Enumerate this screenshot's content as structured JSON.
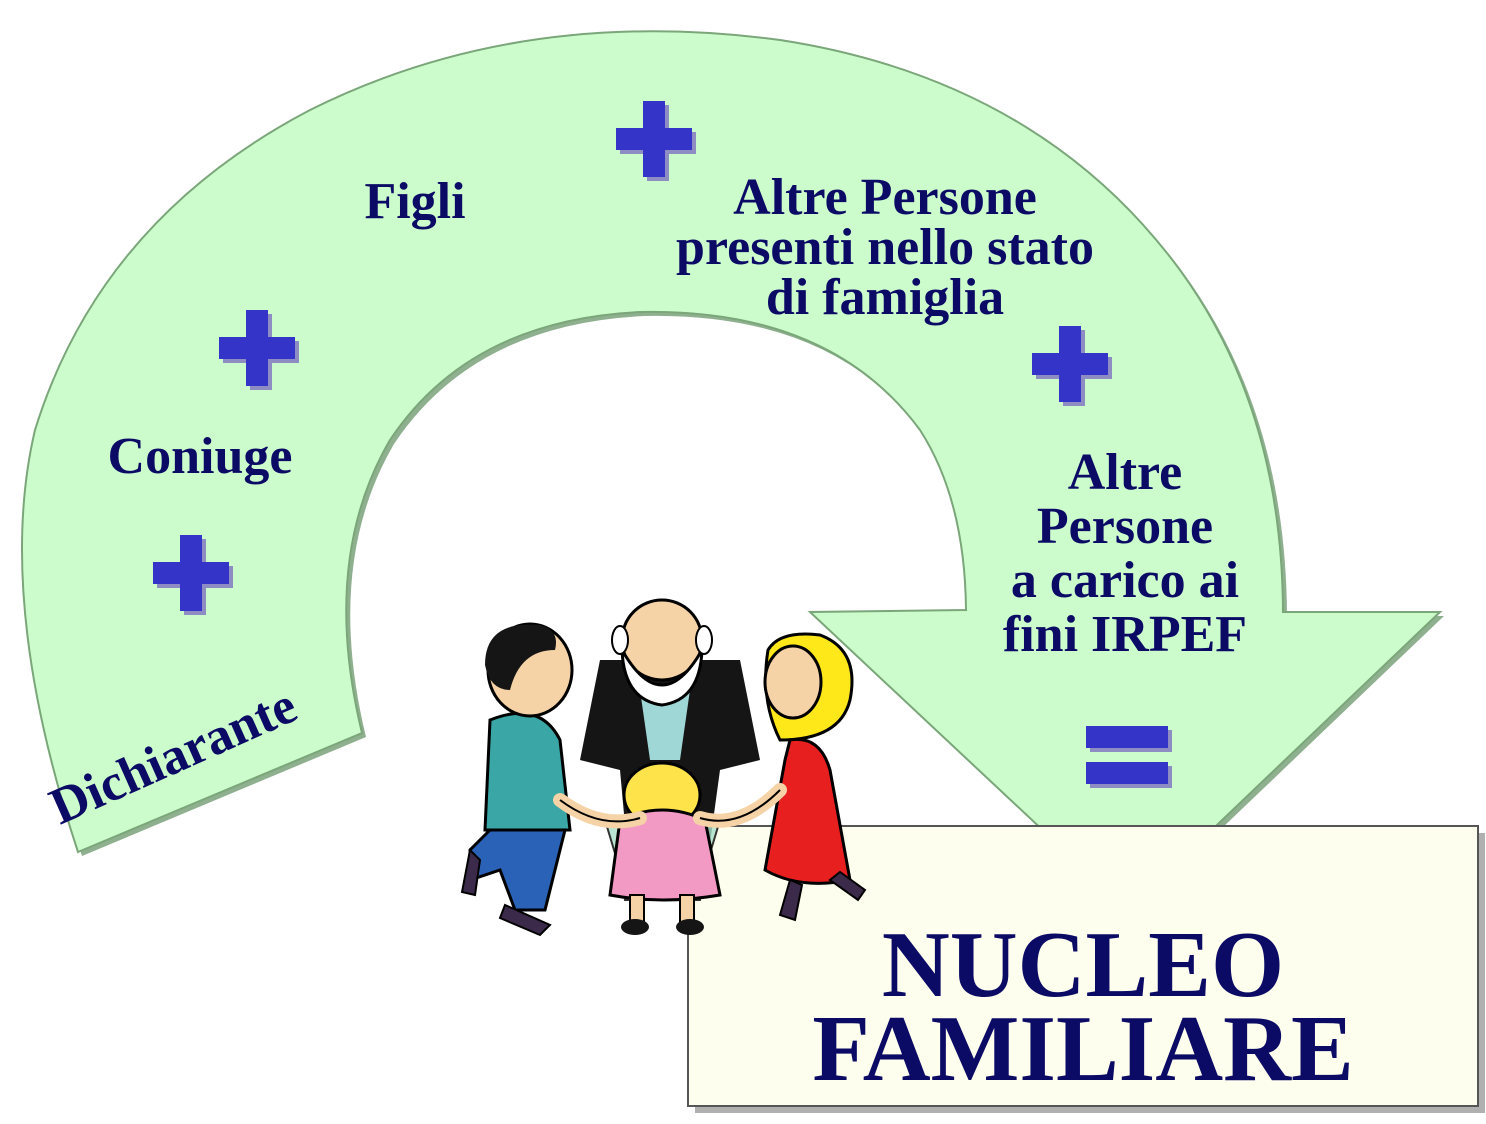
{
  "diagram": {
    "terms": {
      "dichiarante": "Dichiarante",
      "coniuge": "Coniuge",
      "figli": "Figli",
      "altre_stato": [
        "Altre Persone",
        "presenti nello stato",
        "di famiglia"
      ],
      "altre_carico": [
        "Altre",
        "Persone",
        "a carico ai",
        "fini IRPEF"
      ]
    },
    "operators": {
      "plus": "+",
      "equals": "="
    },
    "result": {
      "line1": "NUCLEO",
      "line2": "FAMILIARE"
    },
    "colors": {
      "arrow_fill": "#ccfccc",
      "arrow_stroke": "#7aa67a",
      "text": "#0b0b66",
      "operator": "#3434c8",
      "operator_shadow": "#8d8dc4",
      "result_bg": "#fefeee",
      "result_border": "#555555"
    }
  }
}
